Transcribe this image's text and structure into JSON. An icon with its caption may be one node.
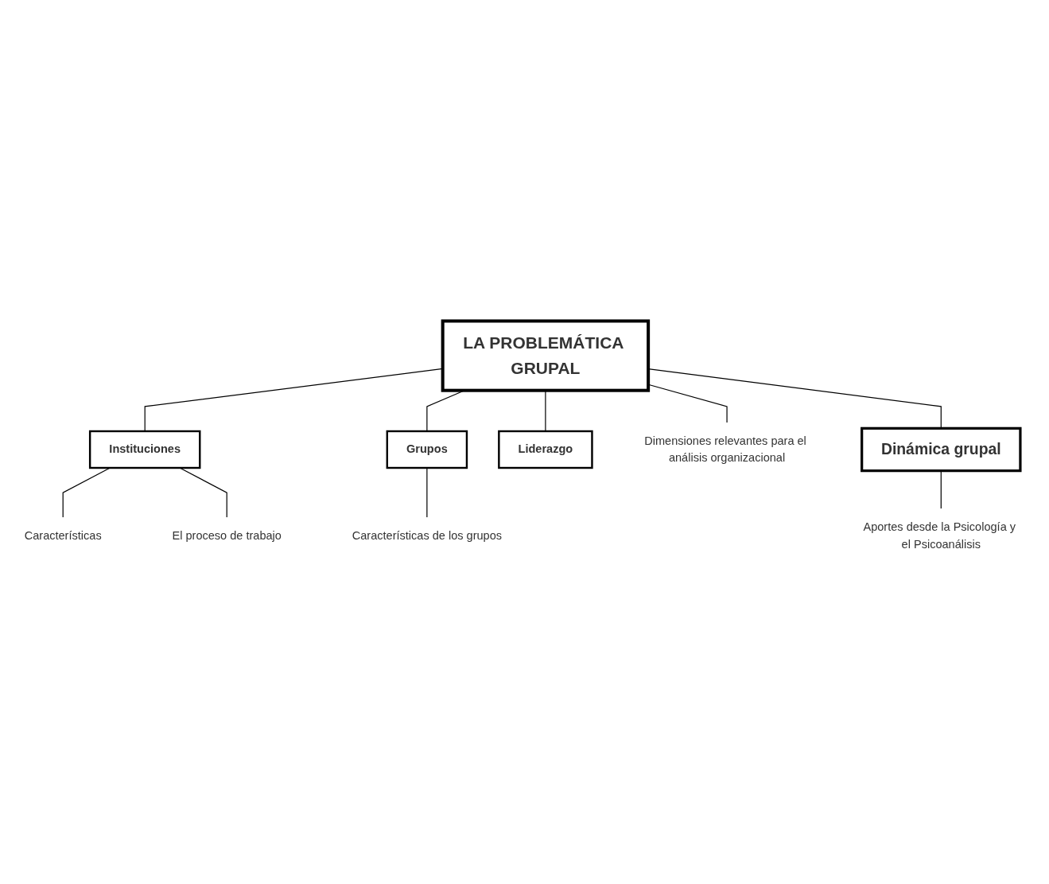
{
  "diagram": {
    "nodes": [
      {
        "text": [
          "LA PROBLEMÁTICA GRUPAL"
        ]
      },
      {
        "text": [
          "Instituciones"
        ]
      },
      {
        "text": [
          "Características"
        ]
      },
      {
        "text": [
          "El proceso de trabajo"
        ]
      },
      {
        "text": [
          "Grupos"
        ]
      },
      {
        "text": [
          "Características de los grupos"
        ]
      },
      {
        "text": [
          "Liderazgo"
        ]
      },
      {
        "text": [
          "Dimensiones relevantes para el análisis organizacional"
        ]
      },
      {
        "text": [
          "Dinámica grupal"
        ]
      },
      {
        "text": [
          "Aportes desde la Psicología y el Psicoanálisis"
        ]
      }
    ],
    "edges": [
      {
        "from": 0,
        "to": 1,
        "arrow": "none"
      },
      {
        "from": 1,
        "to": 2,
        "arrow": "none"
      },
      {
        "from": 1,
        "to": 3,
        "arrow": "none"
      },
      {
        "from": 0,
        "to": 4,
        "arrow": "none"
      },
      {
        "from": 4,
        "to": 5,
        "arrow": "none"
      },
      {
        "from": 0,
        "to": 6,
        "arrow": "none"
      },
      {
        "from": 0,
        "to": 7,
        "arrow": "none"
      },
      {
        "from": 0,
        "to": 8,
        "arrow": "none"
      },
      {
        "from": 8,
        "to": 9,
        "arrow": "none"
      }
    ]
  }
}
